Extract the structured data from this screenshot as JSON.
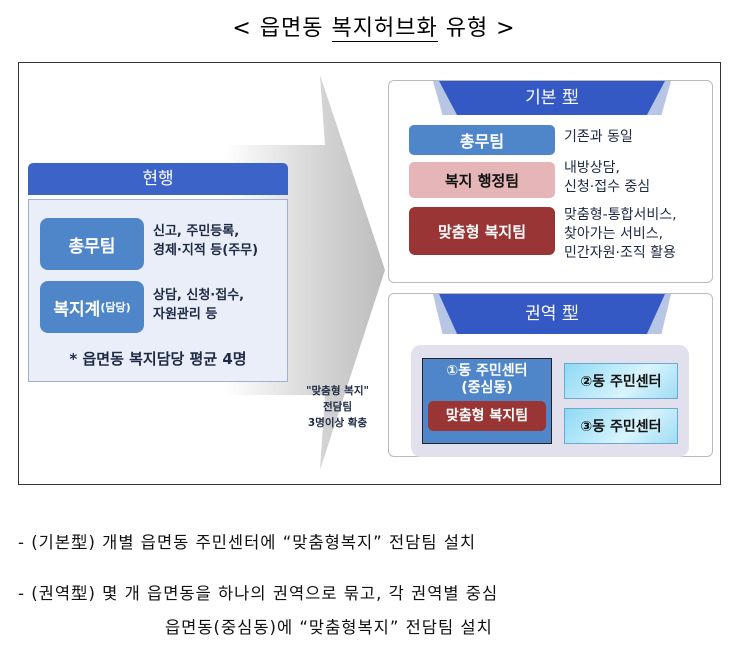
{
  "title": {
    "prefix": "< 읍면동 ",
    "underlined": "복지허브화",
    "suffix": " 유형 >"
  },
  "current": {
    "header": "현행",
    "items": [
      {
        "label": "총무팀",
        "desc": [
          "신고, 주민등록,",
          "경제·지적 등(주무)"
        ]
      },
      {
        "label": "복지계",
        "label_small": "(담당)",
        "desc": [
          "상담, 신청·접수,",
          "자원관리 등"
        ]
      }
    ],
    "note": "* 읍면동 복지담당 평균 4명"
  },
  "arrow_note": [
    "\"맞춤형 복지\"",
    "전담팀",
    "3명이상 확충"
  ],
  "basic": {
    "header": "기본 型",
    "items": [
      {
        "label": "총무팀",
        "desc": [
          "기존과 동일"
        ]
      },
      {
        "label": "복지 행정팀",
        "desc": [
          "내방상담,",
          "신청·접수 중심"
        ]
      },
      {
        "label": "맞춤형 복지팀",
        "desc": [
          "맞춤형-통합서비스,",
          "찾아가는 서비스,",
          "민간자원·조직 활용"
        ]
      }
    ]
  },
  "regional": {
    "header": "권역 型",
    "center": [
      "①동 주민센터",
      "(중심동)"
    ],
    "center_team": "맞춤형 복지팀",
    "others": [
      "②동 주민센터",
      "③동 주민센터"
    ]
  },
  "bullets": [
    {
      "text": "- (기본型) 개별 읍면동 주민센터에 “맞춤형복지” 전담팀 설치"
    },
    {
      "text": "- (권역型) 몇 개 읍면동을 하나의 권역으로 묶고, 각 권역별 중심",
      "cont": "읍면동(중심동)에 “맞춤형복지” 전담팀 설치"
    }
  ]
}
